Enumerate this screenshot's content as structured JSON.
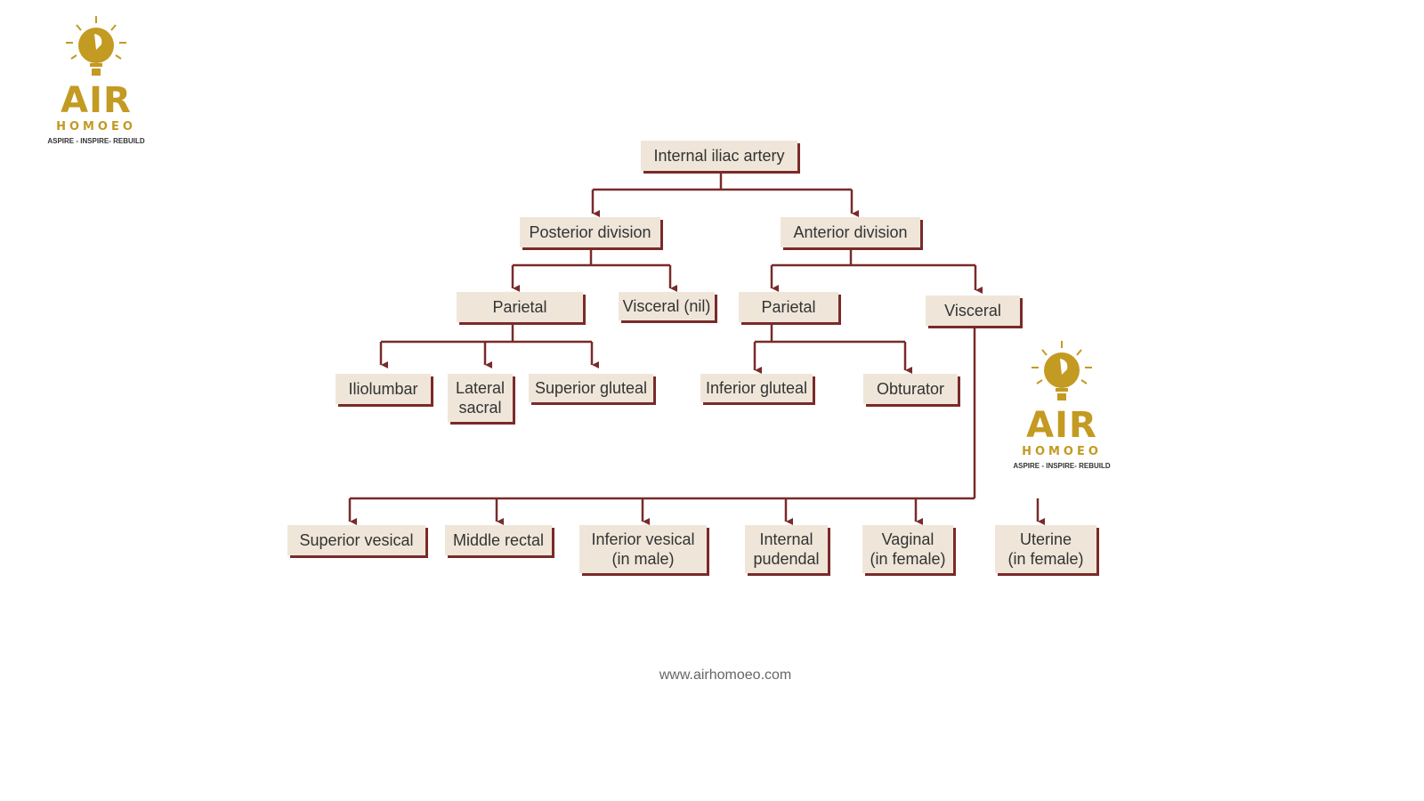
{
  "logo": {
    "title": "AIR",
    "subtitle": "HOMOEO",
    "tagline": "ASPIRE - INSPIRE- REBUILD"
  },
  "nodes": {
    "root": "Internal iliac artery",
    "posterior": "Posterior division",
    "anterior": "Anterior division",
    "post_parietal": "Parietal",
    "post_visceral": "Visceral (nil)",
    "ant_parietal": "Parietal",
    "ant_visceral": "Visceral",
    "iliolumbar": "Iliolumbar",
    "lateral_sacral": "Lateral\nsacral",
    "superior_gluteal": "Superior gluteal",
    "inferior_gluteal": "Inferior gluteal",
    "obturator": "Obturator",
    "superior_vesical": "Superior vesical",
    "middle_rectal": "Middle rectal",
    "inferior_vesical": "Inferior vesical\n(in male)",
    "internal_pudendal": "Internal\npudendal",
    "vaginal": "Vaginal\n(in female)",
    "uterine": "Uterine\n(in female)"
  },
  "footer": "www.airhomoeo.com",
  "colors": {
    "box": "#efe6d9",
    "line": "#7a2a2a",
    "gold": "#c39a22"
  }
}
